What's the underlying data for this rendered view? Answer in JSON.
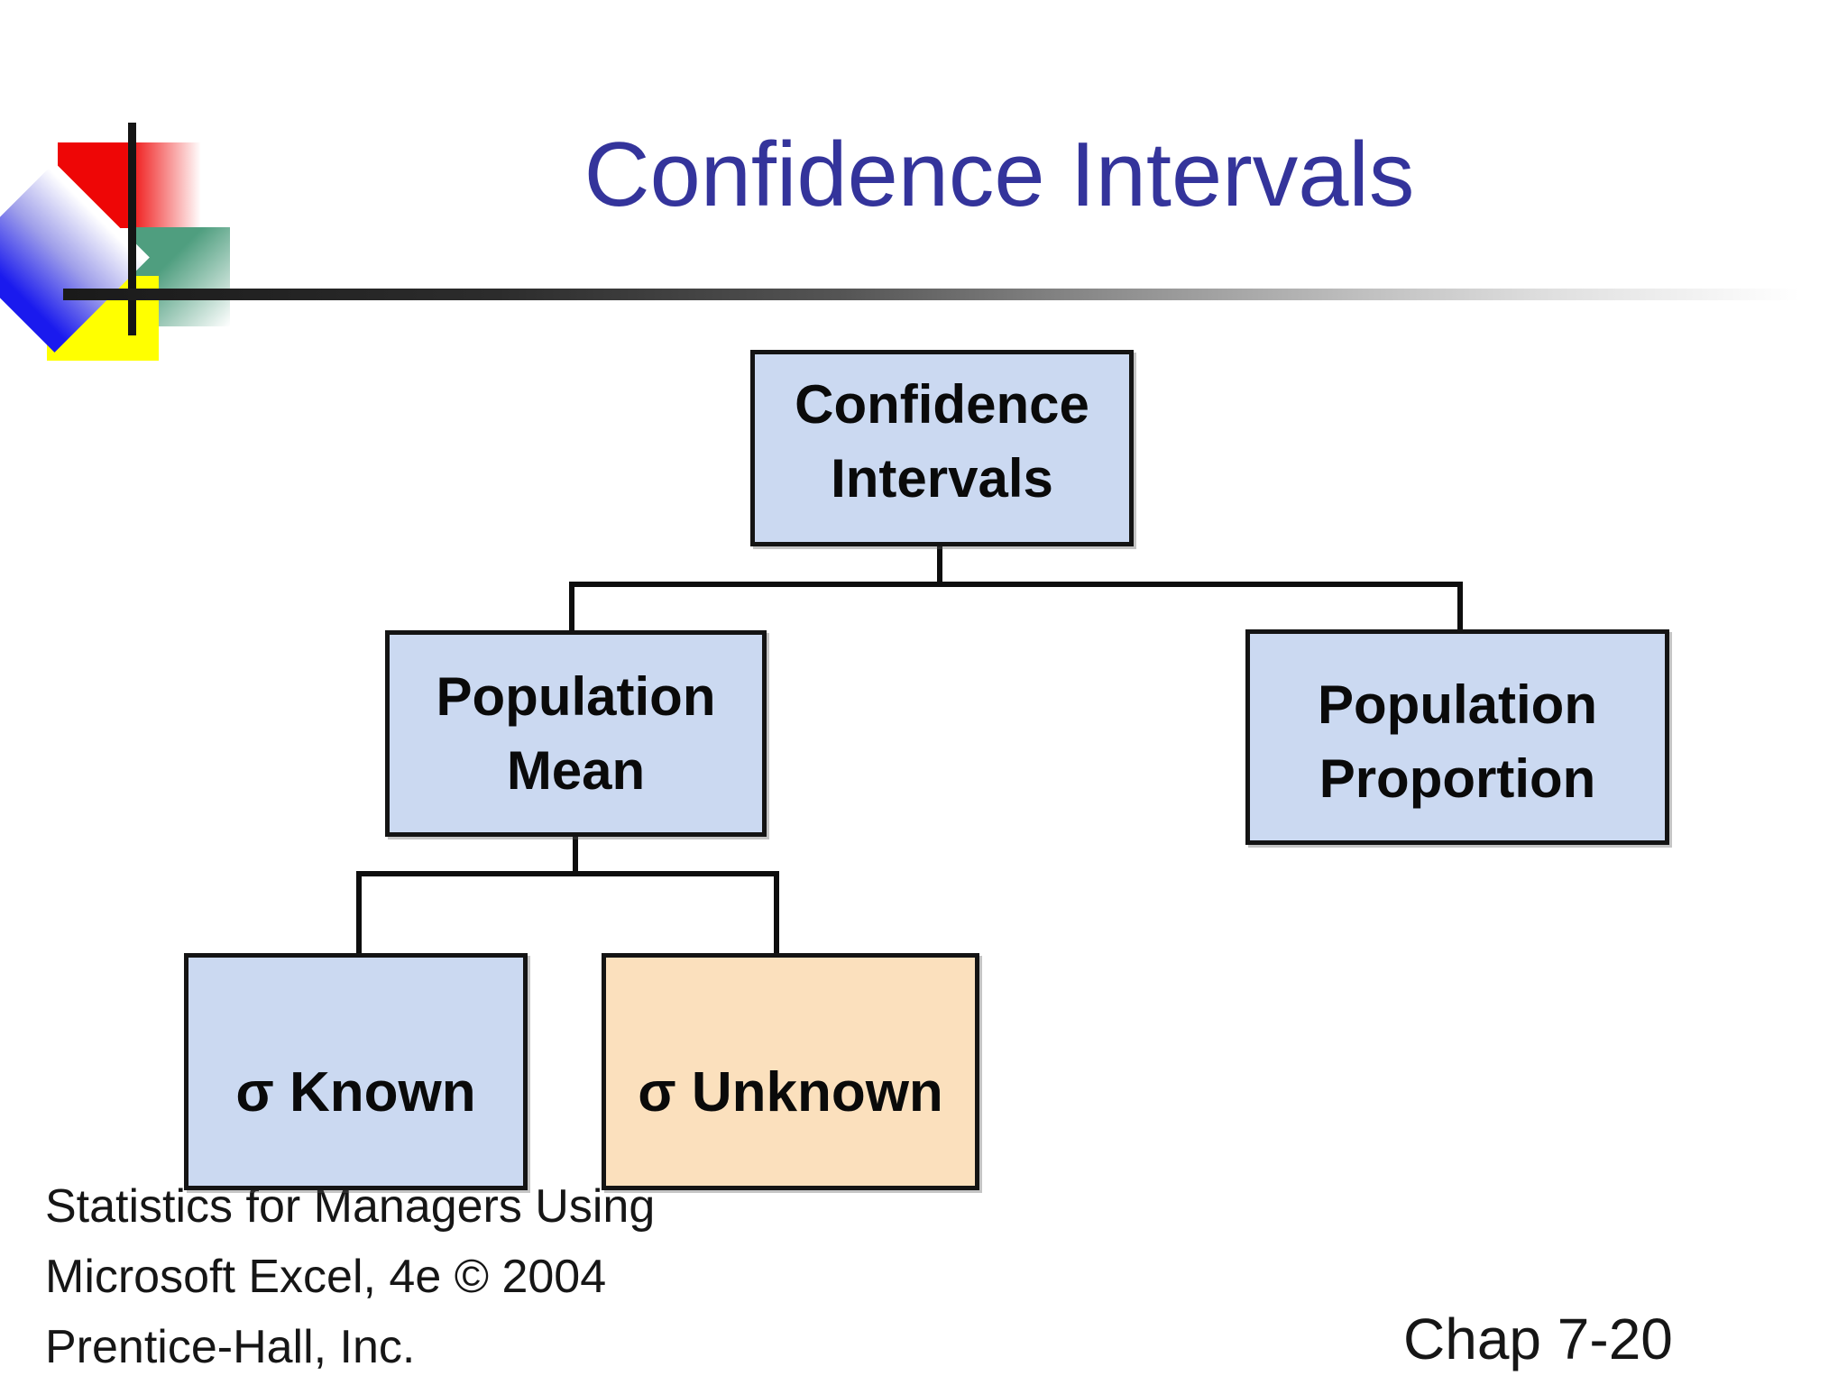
{
  "slide": {
    "title": "Confidence Intervals"
  },
  "diagram": {
    "type": "tree",
    "nodes": {
      "root": {
        "label": "Confidence\nIntervals",
        "fill": "#CBD9F1"
      },
      "mean": {
        "label": "Population\nMean",
        "fill": "#CBD9F1"
      },
      "proportion": {
        "label": "Population\nProportion",
        "fill": "#CBD9F1"
      },
      "known": {
        "label": "σ Known",
        "fill": "#CBD9F1"
      },
      "unknown": {
        "label": "σ Unknown",
        "fill": "#FBE0BD"
      }
    },
    "edges": [
      [
        "root",
        "mean"
      ],
      [
        "root",
        "proportion"
      ],
      [
        "mean",
        "known"
      ],
      [
        "mean",
        "unknown"
      ]
    ]
  },
  "footer": {
    "left_lines": [
      "Statistics for Managers Using",
      "Microsoft Excel, 4e © 2004",
      "Prentice-Hall, Inc."
    ],
    "page_label": "Chap 7-20"
  },
  "colors": {
    "title_text": "#34349B",
    "box_fill_blue": "#CBD9F1",
    "box_fill_tan": "#FBE0BD",
    "box_border": "#141414",
    "connector": "#0E0E0E",
    "footer_text": "#161616",
    "logo_red": "#EE0606",
    "logo_green": "#4F9E7F",
    "logo_yellow": "#FFFF00",
    "logo_blue": "#1A1AEE",
    "rule_dark": "#1A1A1A"
  }
}
